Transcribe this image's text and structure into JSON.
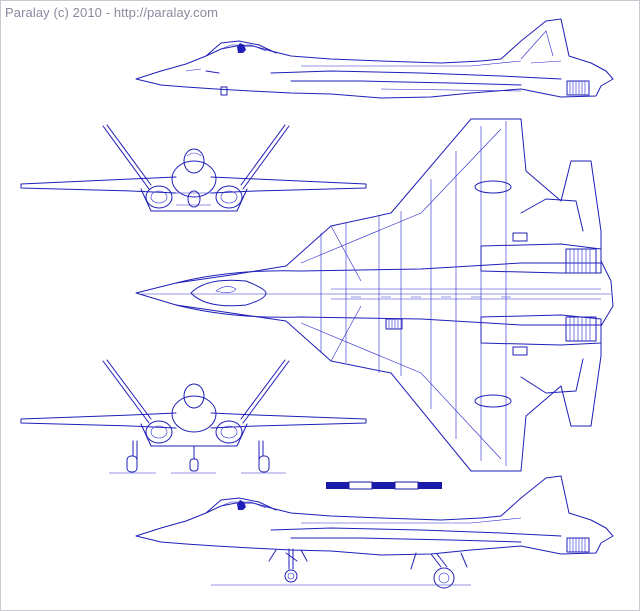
{
  "watermark": "Paralay (c) 2010 - http://paralay.com",
  "colors": {
    "line": "#1f1fb8",
    "background": "#ffffff",
    "watermark": "#8a8aa0",
    "scale_dark": "#1a1aa8"
  },
  "views": [
    {
      "name": "side-view-top"
    },
    {
      "name": "front-view-clean"
    },
    {
      "name": "plan-view"
    },
    {
      "name": "front-view-gear-down"
    },
    {
      "name": "side-view-gear-down"
    }
  ],
  "scale_bar": {
    "segments": 5
  }
}
